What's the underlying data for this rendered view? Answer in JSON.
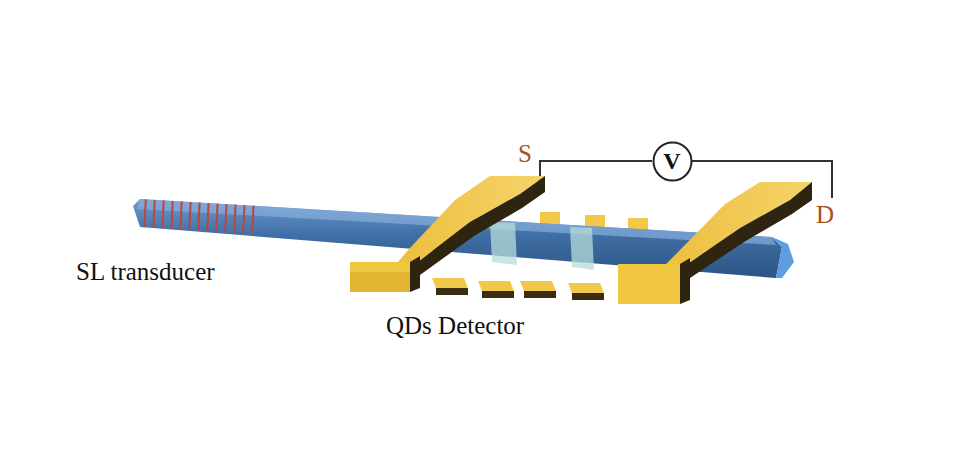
{
  "diagram": {
    "nodes": [
      {
        "text": [
          "V"
        ]
      }
    ],
    "labels": [
      "S",
      "D",
      "SL transducer",
      "QDs Detector"
    ]
  }
}
